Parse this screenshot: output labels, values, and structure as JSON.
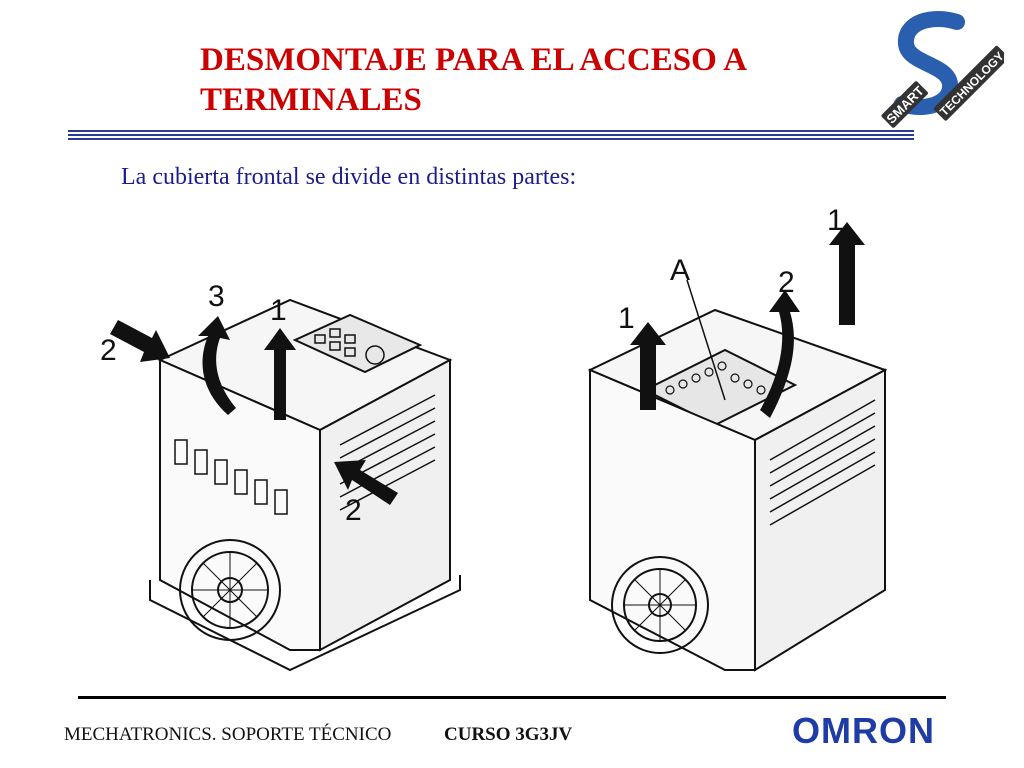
{
  "slide": {
    "title_line1": "DESMONTAJE PARA EL ACCESO A",
    "title_line2": "TERMINALES",
    "subtitle": "La cubierta frontal se divide en distintas partes:"
  },
  "logo": {
    "word1": "SMART",
    "word2": "TECHNOLOGY",
    "icon": "smart-technology-s-logo"
  },
  "figures": {
    "left": {
      "labels": [
        "3",
        "1",
        "2",
        "2"
      ]
    },
    "right": {
      "labels": [
        "1",
        "A",
        "1",
        "2"
      ]
    }
  },
  "footer": {
    "left": "MECHATRONICS. SOPORTE TÉCNICO",
    "course": "CURSO 3G3JV",
    "brand": "OMRON"
  },
  "colors": {
    "title": "#cc0000",
    "subtitle": "#1c1c8c",
    "rule": "#2a3a99",
    "brand": "#1f3ba6"
  }
}
